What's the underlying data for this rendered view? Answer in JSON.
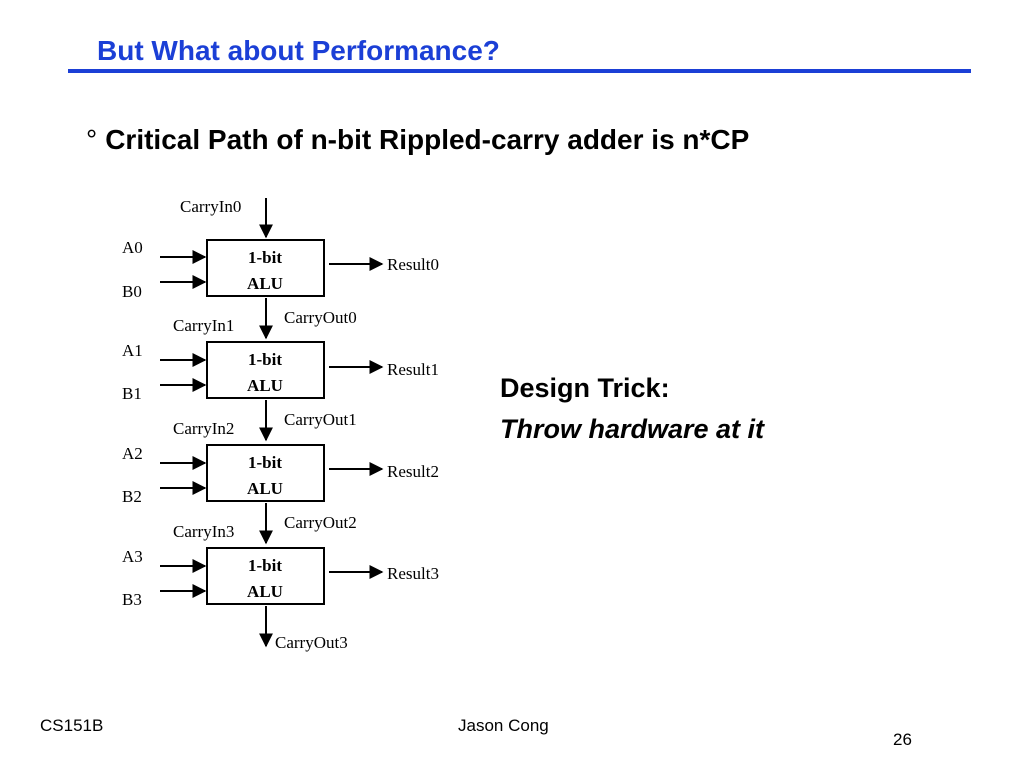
{
  "slide": {
    "title": "But What about Performance?",
    "bullet_mark": "°",
    "bullet_text": "Critical Path of n-bit Rippled-carry adder is n*CP",
    "side_heading": "Design Trick:",
    "side_subheading": "Throw hardware at it"
  },
  "diagram": {
    "alu_line1": "1-bit",
    "alu_line2": "ALU",
    "carry_in_top": "CarryIn0",
    "final_carry_out": "CarryOut3",
    "stages": [
      {
        "a": "A0",
        "b": "B0",
        "result": "Result0",
        "carry_out": "CarryOut0",
        "carry_in_next": "CarryIn1"
      },
      {
        "a": "A1",
        "b": "B1",
        "result": "Result1",
        "carry_out": "CarryOut1",
        "carry_in_next": "CarryIn2"
      },
      {
        "a": "A2",
        "b": "B2",
        "result": "Result2",
        "carry_out": "CarryOut2",
        "carry_in_next": "CarryIn3"
      },
      {
        "a": "A3",
        "b": "B3",
        "result": "Result3"
      }
    ]
  },
  "footer": {
    "course": "CS151B",
    "author": "Jason Cong",
    "page_number": "26"
  },
  "colors": {
    "title": "#1b3fd6",
    "text": "#000000"
  }
}
